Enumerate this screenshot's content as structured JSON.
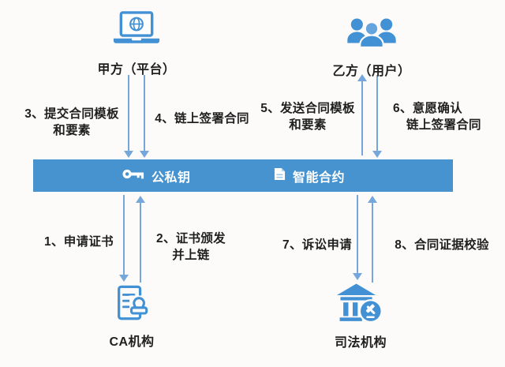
{
  "colors": {
    "icon_blue": "#4191d4",
    "icon_blue_light": "#64a5dd",
    "bar_blue": "#4793d0",
    "arrow_blue": "#76a7da",
    "text": "#1f1f1f",
    "bar_text": "#ffffff"
  },
  "nodes": {
    "party_a": {
      "label": "甲方（平台）",
      "icon": "laptop-globe-icon"
    },
    "party_b": {
      "label": "乙方（用户）",
      "icon": "users-group-icon"
    },
    "ca": {
      "label": "CA机构",
      "icon": "certificate-stamp-icon"
    },
    "court": {
      "label": "司法机构",
      "icon": "courthouse-gavel-icon"
    }
  },
  "chain_bar": {
    "key_item": {
      "label": "公私钥",
      "icon": "key-icon"
    },
    "contract_item": {
      "label": "智能合约",
      "icon": "document-icon"
    }
  },
  "edges": {
    "e1": {
      "line1": "1、申请证书",
      "direction": "down",
      "from": "公私钥",
      "to": "CA机构"
    },
    "e2": {
      "line1": "2、证书颁发",
      "line2": "并上链",
      "direction": "up",
      "from": "CA机构",
      "to": "公私钥"
    },
    "e3": {
      "line1": "3、提交合同模板",
      "line2": "和要素",
      "direction": "down",
      "from": "甲方（平台）",
      "to": "公私钥"
    },
    "e4": {
      "line1": "4、链上签署合同",
      "direction": "down",
      "from": "甲方（平台）",
      "to": "公私钥"
    },
    "e5": {
      "line1": "5、发送合同模板",
      "line2": "和要素",
      "direction": "up",
      "from": "智能合约",
      "to": "乙方（用户）"
    },
    "e6": {
      "line1": "6、意愿确认",
      "line2": "链上签署合同",
      "direction": "down",
      "from": "乙方（用户）",
      "to": "智能合约"
    },
    "e7": {
      "line1": "7、诉讼申请",
      "direction": "down",
      "from": "智能合约",
      "to": "司法机构"
    },
    "e8": {
      "line1": "8、合同证据校验",
      "direction": "up",
      "from": "司法机构",
      "to": "智能合约"
    }
  }
}
